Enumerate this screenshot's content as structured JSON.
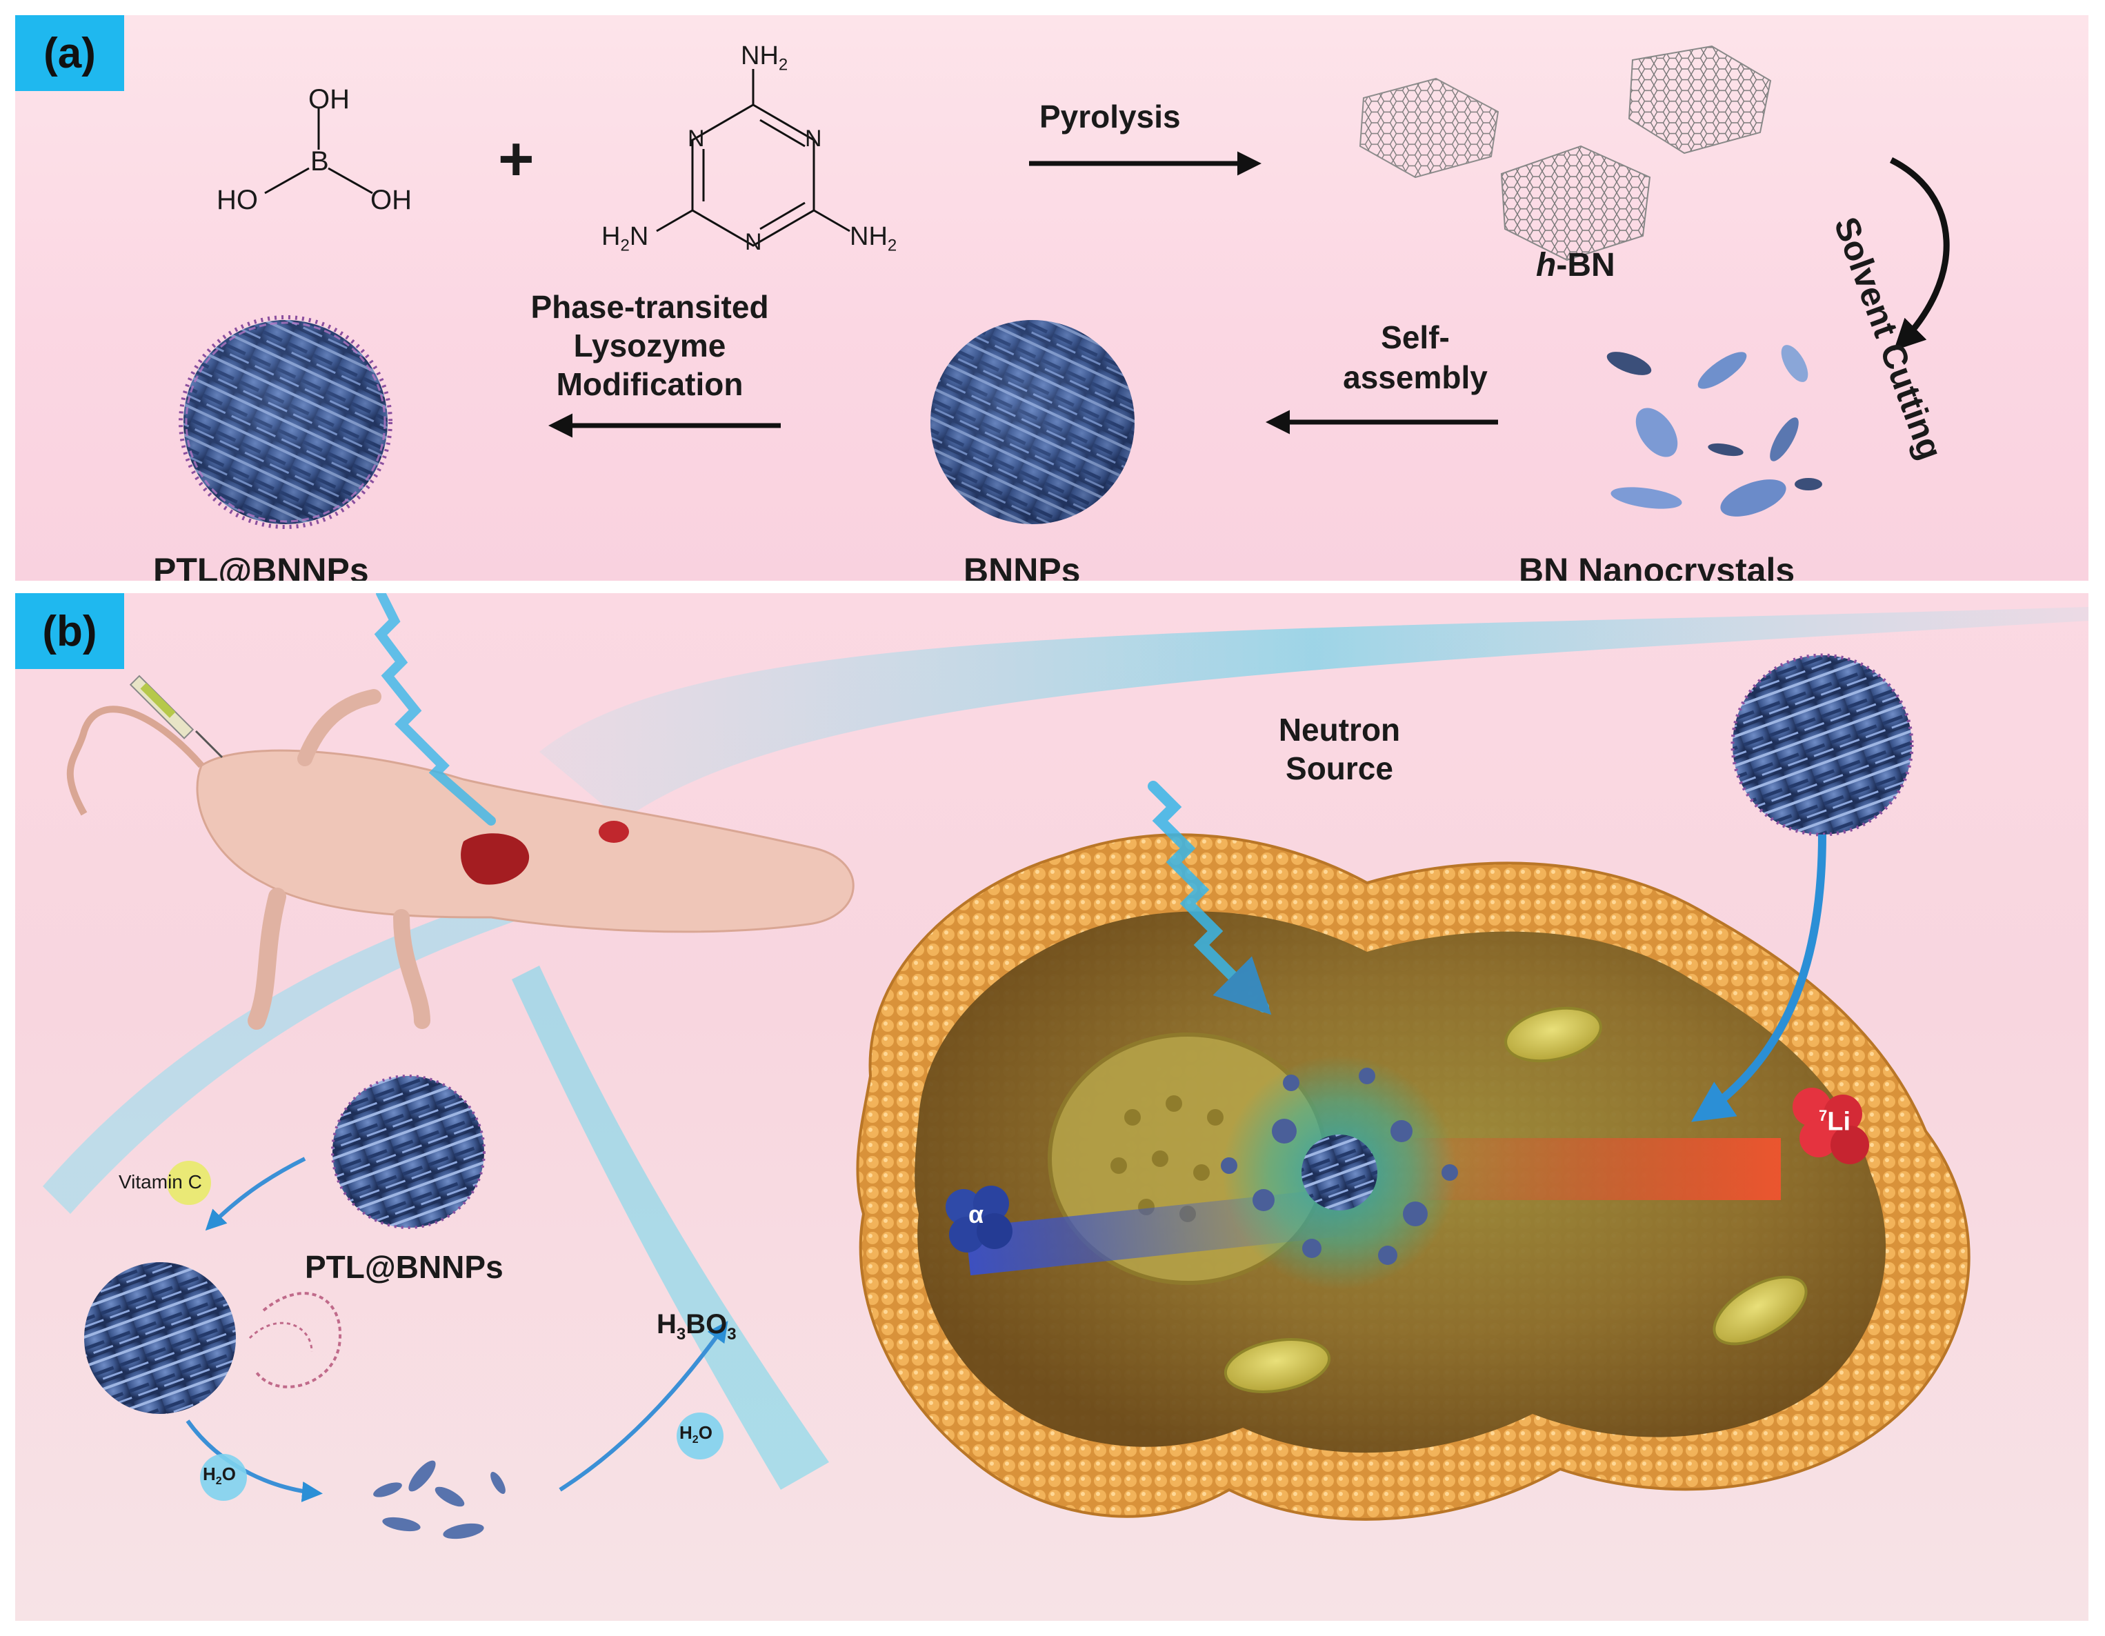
{
  "panel_a": {
    "tag": "(a)",
    "boric_acid": {
      "oh_top": "OH",
      "b": "B",
      "ho_left": "HO",
      "oh_right": "OH"
    },
    "plus": "+",
    "melamine": {
      "nh2_top": "NH",
      "nh2_left": "H",
      "nh2_right": "NH",
      "n_atoms": [
        "N",
        "N",
        "N"
      ],
      "sub2": "2",
      "h2n_n": "N"
    },
    "pyrolysis": "Pyrolysis",
    "hbn_label_italic": "h",
    "hbn_label_rest": "-BN",
    "solvent_cutting": "Solvent Cutting",
    "bn_nanocrystals": "BN Nanocrystals",
    "self_assembly_1": "Self-",
    "self_assembly_2": "assembly",
    "bnnps": "BNNPs",
    "ptl_modification": [
      "Phase-transited",
      "Lysozyme",
      "Modification"
    ],
    "ptl_bnnps": "PTL@BNNPs"
  },
  "panel_b": {
    "tag": "(b)",
    "neutron_source": [
      "Neutron",
      "Source"
    ],
    "vitamin_c": "Vitamin C",
    "ptl_bnnps": "PTL@BNNPs",
    "h3bo3": {
      "h": "H",
      "h_sub": "3",
      "bo": "BO",
      "o_sub": "3"
    },
    "h2o": {
      "h": "H",
      "sub": "2",
      "o": "O"
    },
    "alpha": "α",
    "li": {
      "sup": "7",
      "el": "Li"
    }
  },
  "colors": {
    "panel_tag": "#1fb8ef",
    "nanoparticle": "#4f6fa8",
    "membrane": "#e3a24a",
    "beam_blue": "#39b6e8",
    "beam_red": "#e8452f"
  }
}
